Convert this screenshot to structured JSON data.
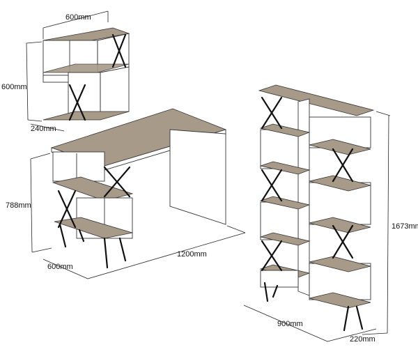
{
  "dimensions": {
    "small_shelf_width": "600mm",
    "small_shelf_height": "600mm",
    "small_shelf_depth": "240mm",
    "desk_height": "788mm",
    "desk_depth": "600mm",
    "desk_width": "1200mm",
    "bookcase_height": "1673mm",
    "bookcase_width": "900mm",
    "bookcase_depth": "220mm"
  },
  "colors": {
    "wood_top": "#a79a88",
    "panel": "#ffffff",
    "steel": "#111111",
    "line": "#333333"
  }
}
